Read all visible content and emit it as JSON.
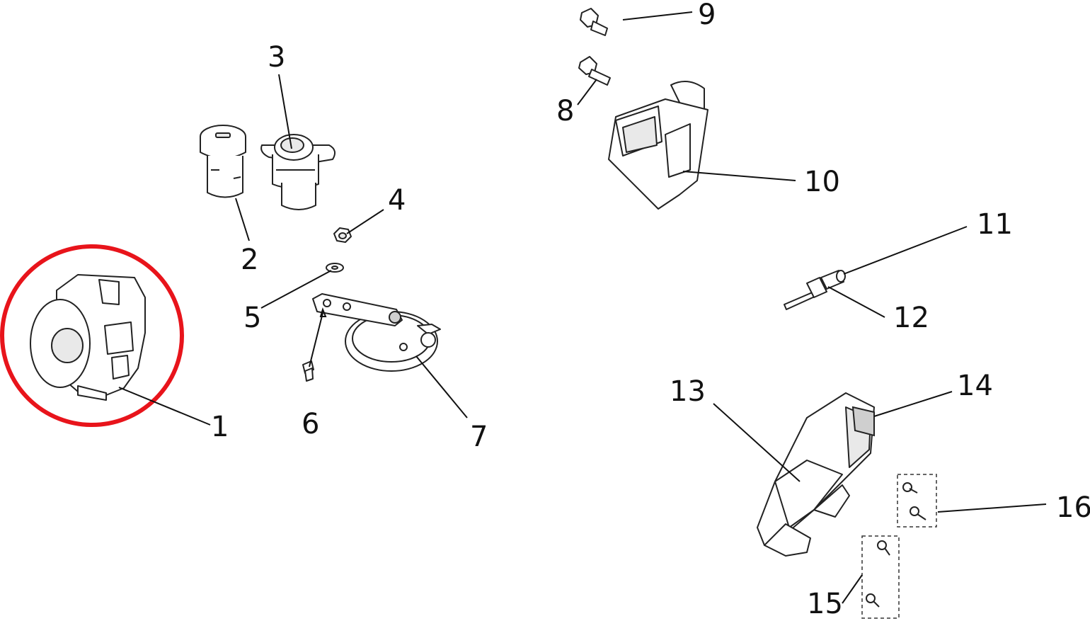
{
  "diagram": {
    "highlight_color": "#e8141b",
    "ink_color": "#111111",
    "callouts": [
      {
        "id": "1",
        "label": "1"
      },
      {
        "id": "2",
        "label": "2"
      },
      {
        "id": "3",
        "label": "3"
      },
      {
        "id": "4",
        "label": "4"
      },
      {
        "id": "5",
        "label": "5"
      },
      {
        "id": "6",
        "label": "6"
      },
      {
        "id": "7",
        "label": "7"
      },
      {
        "id": "8",
        "label": "8"
      },
      {
        "id": "9",
        "label": "9"
      },
      {
        "id": "10",
        "label": "10"
      },
      {
        "id": "11",
        "label": "11"
      },
      {
        "id": "12",
        "label": "12"
      },
      {
        "id": "13",
        "label": "13"
      },
      {
        "id": "14",
        "label": "14"
      },
      {
        "id": "15",
        "label": "15"
      },
      {
        "id": "16",
        "label": "16"
      }
    ]
  }
}
